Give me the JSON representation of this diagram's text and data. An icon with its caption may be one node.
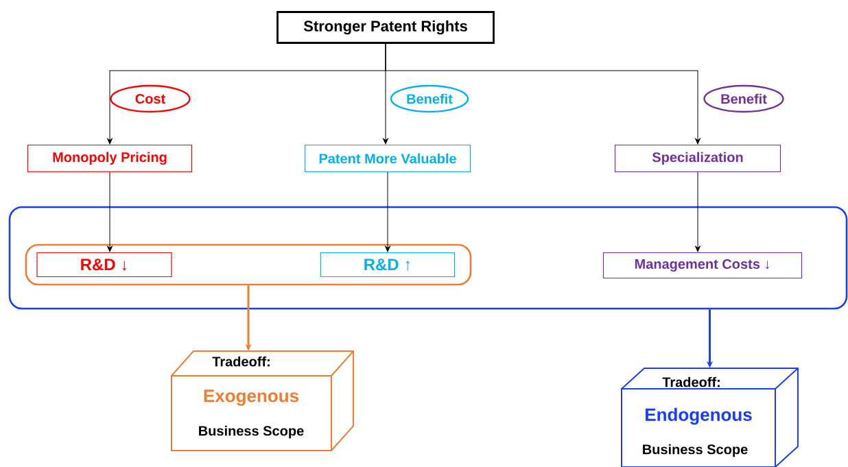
{
  "diagram": {
    "nodes": [
      {
        "text": [
          "Stronger Patent Rights"
        ]
      },
      {
        "text": [
          "Cost"
        ]
      },
      {
        "text": [
          "Benefit"
        ]
      },
      {
        "text": [
          "Benefit"
        ]
      },
      {
        "text": [
          "Monopoly Pricing"
        ]
      },
      {
        "text": [
          "Patent More Valuable"
        ]
      },
      {
        "text": [
          "Specialization"
        ]
      },
      {
        "text": [],
        "shape": "box"
      },
      {
        "text": [],
        "shape": "box",
        "in": 7
      },
      {
        "text": [
          "R&D ↓"
        ],
        "in": 8
      },
      {
        "text": [
          "R&D ↑"
        ],
        "in": 8
      },
      {
        "text": [
          "Management Costs ↓"
        ],
        "in": 7
      },
      {
        "text": [
          "Tradeoff:",
          "Exogenous",
          "Business Scope"
        ]
      },
      {
        "text": [
          "Tradeoff:",
          "Endogenous",
          "Business Scope"
        ]
      }
    ],
    "edges": [
      {
        "from": 0,
        "to": 4,
        "arrow": "to"
      },
      {
        "from": 0,
        "to": 5,
        "arrow": "to"
      },
      {
        "from": 0,
        "to": 6,
        "arrow": "to"
      },
      {
        "from": 4,
        "to": 9,
        "arrow": "to"
      },
      {
        "from": 5,
        "to": 10,
        "arrow": "to"
      },
      {
        "from": 6,
        "to": 11,
        "arrow": "to"
      },
      {
        "from": 8,
        "to": 12,
        "arrow": "to",
        "style": "thick",
        "color": "#ed7d31"
      },
      {
        "from": 7,
        "to": 13,
        "arrow": "to",
        "style": "thick",
        "color": "#1a3cff"
      }
    ]
  }
}
